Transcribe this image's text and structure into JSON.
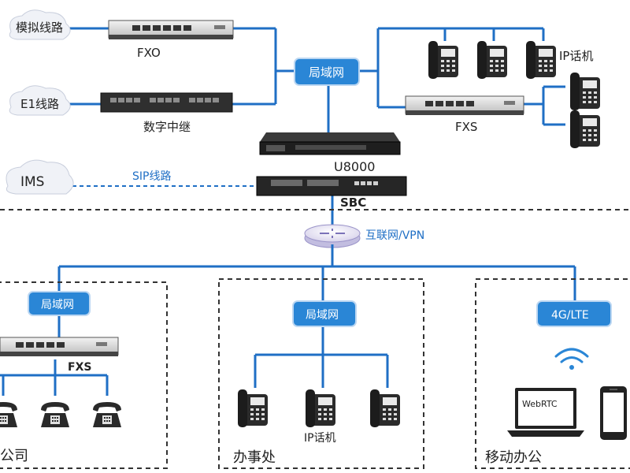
{
  "top": {
    "analog_line": "模拟线路",
    "e1_line": "E1线路",
    "ims": "IMS",
    "fxo": "FXO",
    "digital_trunk": "数字中继",
    "sip_line": "SIP线路",
    "lan": "局域网",
    "ip_phone": "IP话机",
    "fxs": "FXS",
    "u8000": "U8000",
    "sbc": "SBC",
    "internet_vpn": "互联网/VPN"
  },
  "branch_company": {
    "lan": "局域网",
    "fxs": "FXS",
    "name": "公司"
  },
  "office": {
    "lan": "局域网",
    "ip_phone": "IP话机",
    "name": "办事处"
  },
  "mobile": {
    "network": "4G/LTE",
    "webrtc": "WebRTC",
    "name": "移动办公"
  },
  "colors": {
    "line": "#1f6fc5",
    "pill": "#2a86d6",
    "device": "#2d2d2d"
  }
}
